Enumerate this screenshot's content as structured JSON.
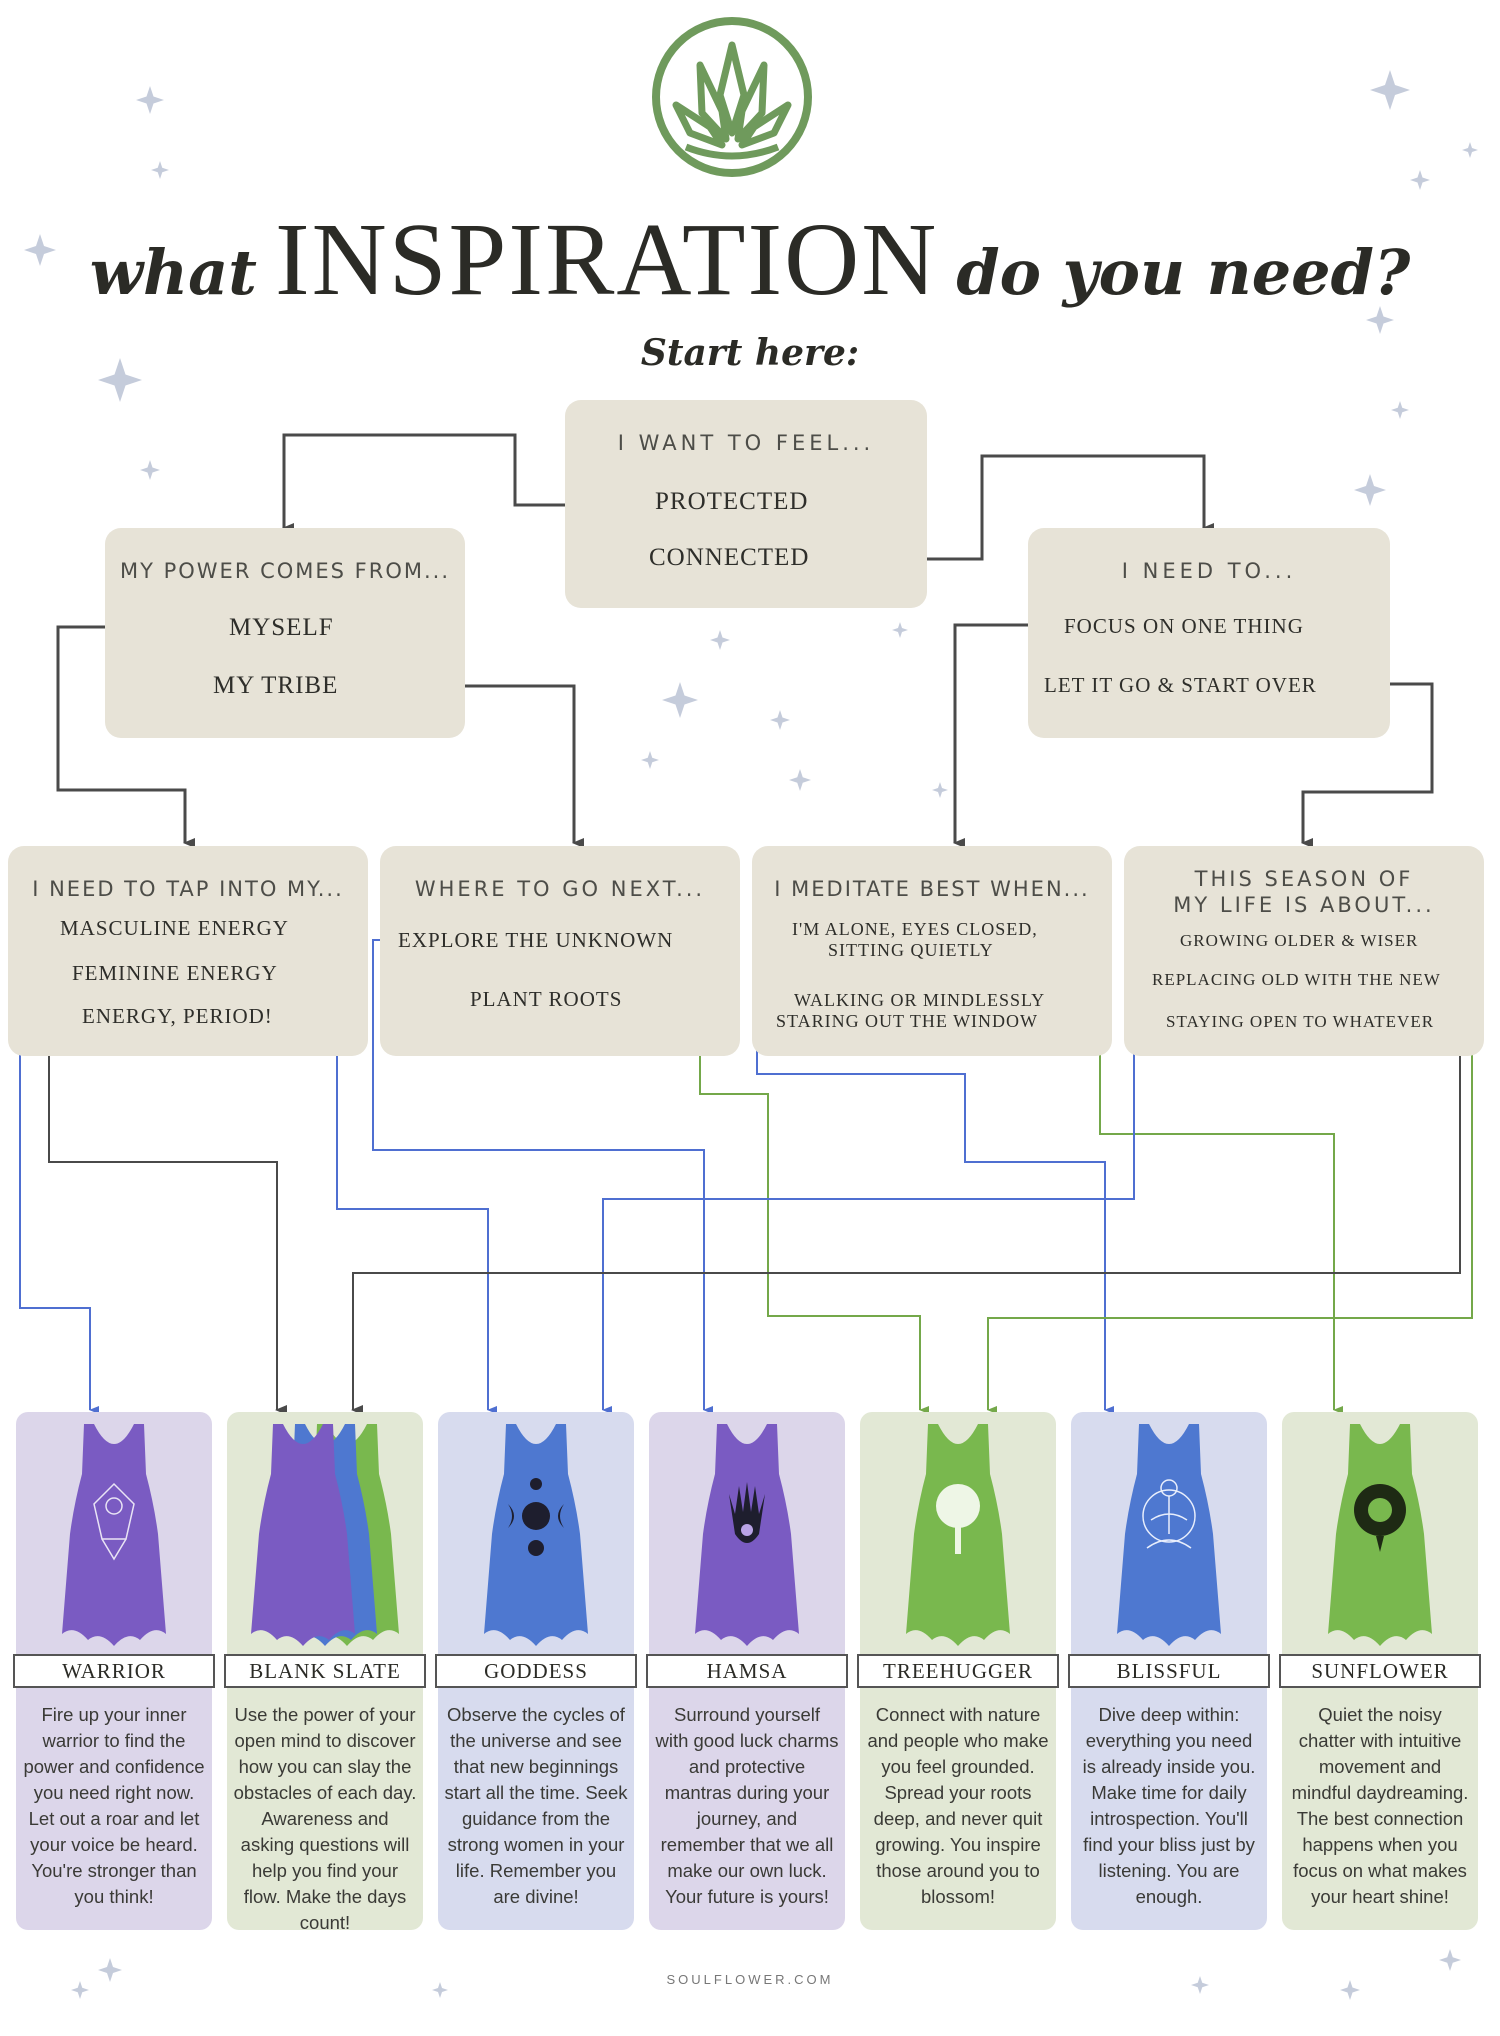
{
  "colors": {
    "box": "#e7e3d7",
    "line_dark": "#4a4a4a",
    "line_blue": "#4f6fd1",
    "line_green": "#74a84a",
    "logo": "#6f9a5c",
    "purple": "#7a5bc2",
    "blue": "#4e78d0",
    "green": "#79b84e",
    "card_purple": "#dcd6ea",
    "card_green": "#e2e8d5",
    "card_blue": "#d7dbee"
  },
  "logo": {
    "icon": "leaf-logo-icon"
  },
  "title": {
    "part1": "what",
    "part2": "INSPIRATION",
    "part3": "do you need?"
  },
  "start_label": "Start here:",
  "boxes": {
    "feel": {
      "header": "I WANT TO FEEL...",
      "options": [
        "PROTECTED",
        "CONNECTED"
      ]
    },
    "power": {
      "header": "MY POWER COMES FROM...",
      "options": [
        "MYSELF",
        "MY TRIBE"
      ]
    },
    "need": {
      "header": "I NEED TO...",
      "options": [
        "FOCUS ON ONE THING",
        "LET IT GO & START OVER"
      ]
    },
    "tap": {
      "header": "I NEED TO TAP INTO MY...",
      "options": [
        "MASCULINE ENERGY",
        "FEMININE ENERGY",
        "ENERGY, PERIOD!"
      ]
    },
    "where": {
      "header": "WHERE TO GO NEXT...",
      "options": [
        "EXPLORE THE UNKNOWN",
        "PLANT ROOTS"
      ]
    },
    "meditate": {
      "header": "I MEDITATE BEST WHEN...",
      "options": [
        "I'M ALONE, EYES CLOSED,",
        "SITTING QUIETLY",
        "WALKING OR MINDLESSLY",
        "STARING OUT THE WINDOW"
      ]
    },
    "season": {
      "header_line1": "THIS SEASON OF",
      "header_line2": "MY LIFE IS ABOUT...",
      "options": [
        "GROWING OLDER & WISER",
        "REPLACING OLD WITH THE NEW",
        "STAYING OPEN TO WHATEVER"
      ]
    }
  },
  "products": [
    {
      "name": "WARRIOR",
      "icon": "warrior-tank-icon",
      "desc": "Fire up your inner warrior to find the power and confidence you need right now. Let out a roar and let your voice be heard. You're stronger than you think!"
    },
    {
      "name": "BLANK SLATE",
      "icon": "blank-slate-tank-icon",
      "desc": "Use the power of your open mind to discover how you can slay the obstacles of each day. Awareness and asking questions will help you find your flow. Make the days count!"
    },
    {
      "name": "GODDESS",
      "icon": "goddess-tank-icon",
      "desc": "Observe the cycles of the universe and see that new beginnings start all the time. Seek guidance from the strong women in your life. Remember you are divine!"
    },
    {
      "name": "HAMSA",
      "icon": "hamsa-tank-icon",
      "desc": "Surround yourself with good luck charms and protective mantras during your journey, and remember that we all make our own luck. Your future is yours!"
    },
    {
      "name": "TREEHUGGER",
      "icon": "treehugger-tank-icon",
      "desc": "Connect with nature and people who make you feel grounded. Spread your roots deep, and never quit growing. You inspire those around you to blossom!"
    },
    {
      "name": "BLISSFUL",
      "icon": "blissful-tank-icon",
      "desc": "Dive deep within: everything you need is already inside you. Make time for daily introspection. You'll find your bliss just by listening. You are enough."
    },
    {
      "name": "SUNFLOWER",
      "icon": "sunflower-tank-icon",
      "desc": "Quiet the noisy chatter with intuitive movement and mindful daydreaming. The best connection happens when you focus on what makes your heart shine!"
    }
  ],
  "footer": "SOULFLOWER.COM"
}
